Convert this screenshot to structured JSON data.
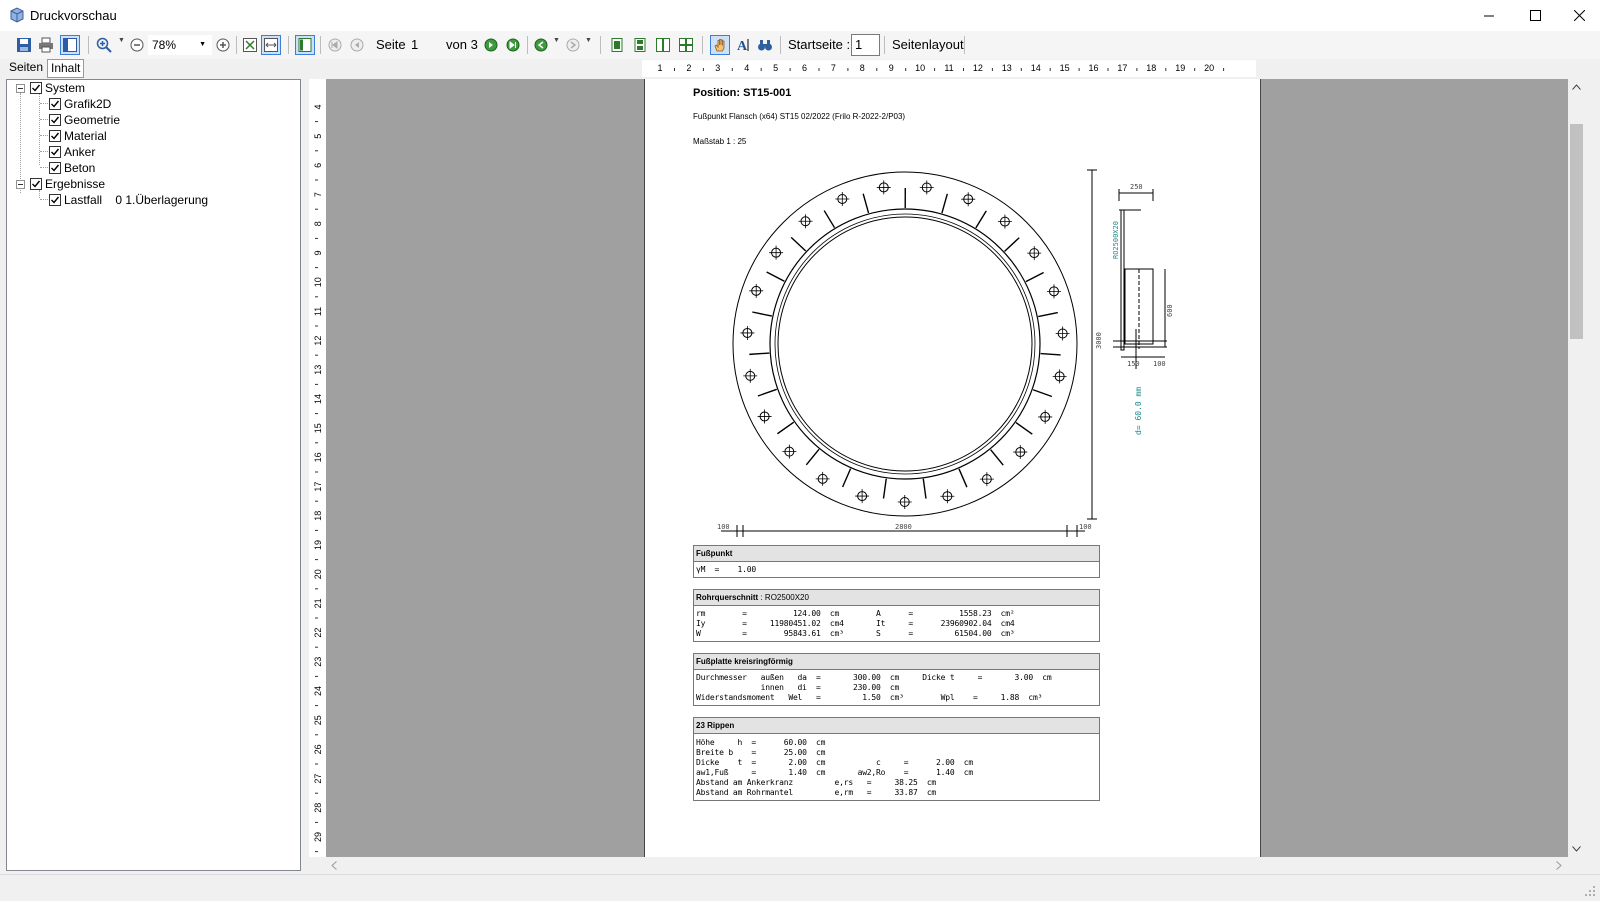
{
  "window": {
    "title": "Druckvorschau"
  },
  "toolbar": {
    "zoom_value": "78%",
    "page_label": "Seite",
    "page_value": "1",
    "of_label": "von 3",
    "startpage_label": "Startseite :",
    "startpage_value": "1",
    "layout_label": "Seitenlayout"
  },
  "tabs": [
    "Seiten",
    "Inhalt"
  ],
  "tree": {
    "system": "System",
    "grafik": "Grafik2D",
    "geometrie": "Geometrie",
    "material": "Material",
    "anker": "Anker",
    "beton": "Beton",
    "ergebnisse": "Ergebnisse",
    "lastfall": "Lastfall    0 1.Überlagerung"
  },
  "rulers": {
    "horizontal": [
      "1",
      "2",
      "3",
      "4",
      "5",
      "6",
      "7",
      "8",
      "9",
      "10",
      "11",
      "12",
      "13",
      "14",
      "15",
      "16",
      "17",
      "18",
      "19",
      "20"
    ],
    "vertical": [
      "4",
      "5",
      "6",
      "7",
      "8",
      "9",
      "10",
      "11",
      "12",
      "13",
      "14",
      "15",
      "16",
      "17",
      "18",
      "19",
      "20",
      "21",
      "22",
      "23",
      "24",
      "25",
      "26",
      "27",
      "28",
      "29"
    ]
  },
  "page": {
    "position": "Position: ST15-001",
    "subtitle": "Fußpunkt Flansch (x64)   ST15   02/2022 (Frilo R-2022-2/P03)",
    "scale": "Maßstab   1 : 25",
    "drawing": {
      "dim_bottom": "2800",
      "dim_left_small": "100",
      "dim_right_small": "100",
      "dim_height": "3000",
      "dim_rib_width": "250",
      "dim_rib_height": "600",
      "dim_150": "150",
      "dim_100": "100",
      "pipe_label": "RO2500X20",
      "thickness_label": "d= 60.0 mm"
    },
    "fusspunkt": {
      "header": "Fußpunkt",
      "row": "γM  =    1.00"
    },
    "rohr": {
      "header": "Rohrquerschnitt : RO2500X20",
      "rows": [
        "rm        =          124.00  cm        A      =          1558.23  cm²",
        "Iy        =     11980451.02  cm4       It     =      23960902.04  cm4",
        "W         =        95843.61  cm³       S      =         61504.00  cm³"
      ]
    },
    "platte": {
      "header": "Fußplatte kreisringförmig",
      "rows": [
        "Durchmesser   außen   da  =       300.00  cm     Dicke t     =       3.00  cm",
        "              innen   di  =       230.00  cm",
        "Widerstandsmoment   Wel   =         1.50  cm³        Wpl    =     1.88  cm³"
      ]
    },
    "rippen": {
      "header": "23     Rippen",
      "rows": [
        "Höhe     h  =      60.00  cm",
        "Breite b    =      25.00  cm",
        "Dicke    t  =       2.00  cm           c     =      2.00  cm",
        "aw1,Fuß     =       1.40  cm       aw2,Ro    =      1.40  cm",
        "Abstand am Ankerkranz         e,rs   =     38.25  cm",
        "Abstand am Rohrmantel         e,rm   =     33.87  cm"
      ]
    }
  }
}
